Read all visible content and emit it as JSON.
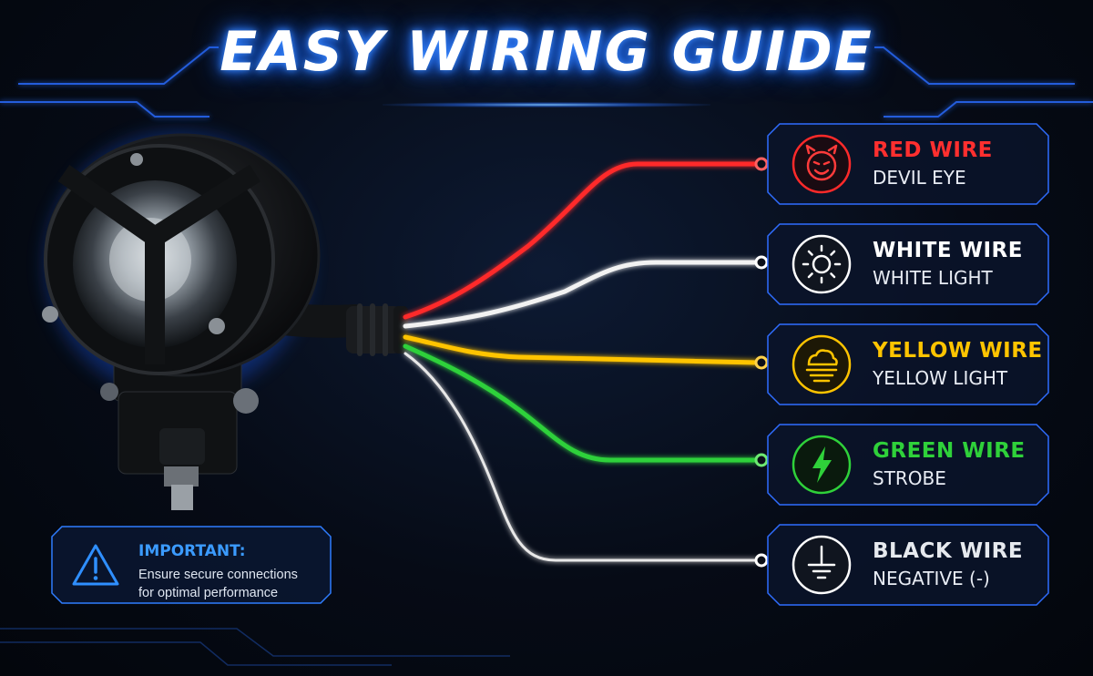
{
  "title": "EASY WIRING GUIDE",
  "wires": [
    {
      "name": "RED WIRE",
      "function": "DEVIL EYE",
      "color": "#ff2a2a",
      "icon": "devil-icon"
    },
    {
      "name": "WHITE WIRE",
      "function": "WHITE LIGHT",
      "color": "#ffffff",
      "icon": "sun-icon"
    },
    {
      "name": "YELLOW WIRE",
      "function": "YELLOW LIGHT",
      "color": "#ffc400",
      "icon": "fog-light-icon"
    },
    {
      "name": "GREEN WIRE",
      "function": "STROBE",
      "color": "#2fd13a",
      "icon": "lightning-icon"
    },
    {
      "name": "BLACK WIRE",
      "function": "NEGATIVE (-)",
      "color": "#ffffff",
      "icon": "ground-icon"
    }
  ],
  "important": {
    "title": "IMPORTANT:",
    "line1": "Ensure secure connections",
    "line2": "for optimal performance",
    "accent": "#2f8fff",
    "icon": "warning-icon"
  },
  "accent": "#2f7dff"
}
